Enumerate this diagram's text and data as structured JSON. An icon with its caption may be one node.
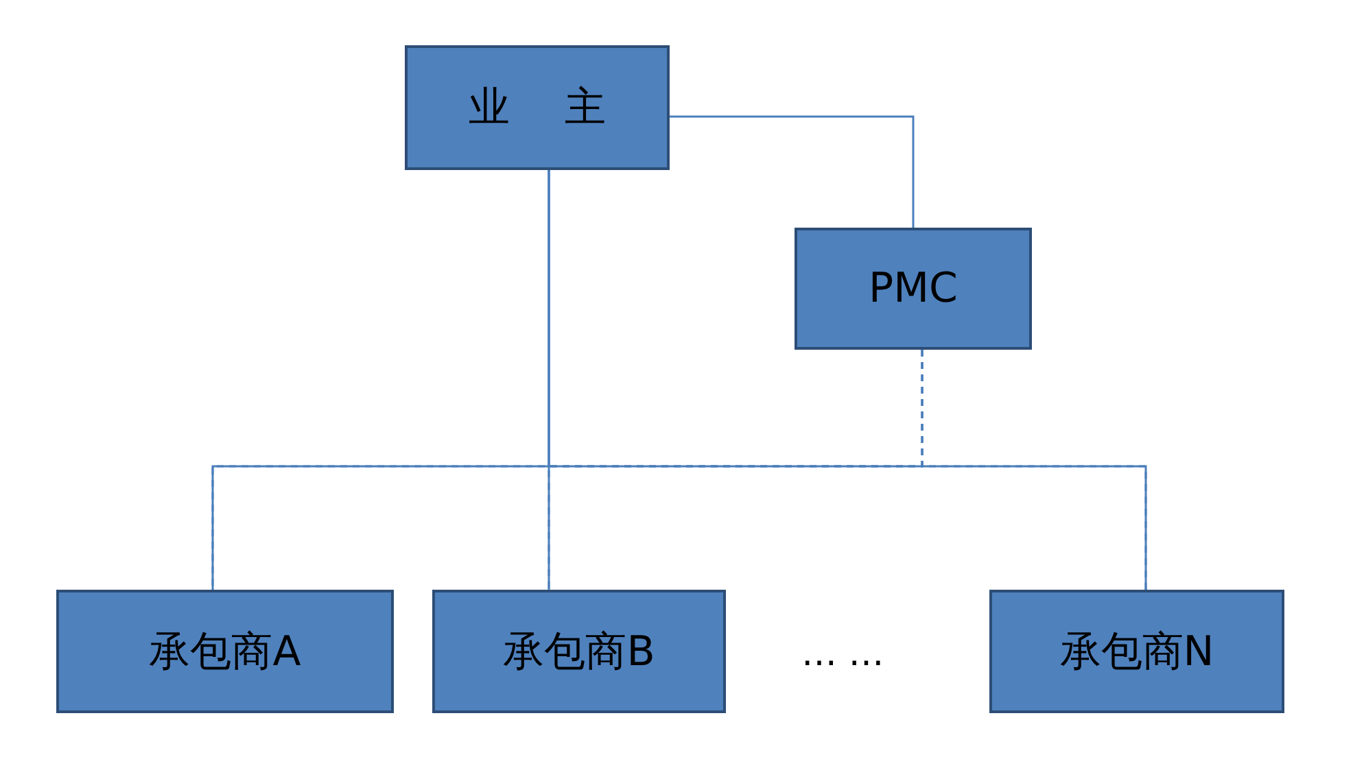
{
  "diagram": {
    "nodes": [
      {
        "text": [
          "业 主"
        ]
      },
      {
        "text": [
          "PMC"
        ]
      },
      {
        "text": [
          "承包商A"
        ]
      },
      {
        "text": [
          "承包商B"
        ]
      },
      {
        "text": [
          "承包商N"
        ]
      }
    ],
    "edges": [
      {
        "from": 0,
        "to": 1,
        "arrow": "none"
      },
      {
        "from": 0,
        "to": 2,
        "arrow": "none"
      },
      {
        "from": 0,
        "to": 3,
        "arrow": "none"
      },
      {
        "from": 0,
        "to": 4,
        "arrow": "none"
      },
      {
        "from": 1,
        "to": 2,
        "arrow": "none",
        "style": "dashed"
      },
      {
        "from": 1,
        "to": 3,
        "arrow": "none",
        "style": "dashed"
      },
      {
        "from": 1,
        "to": 4,
        "arrow": "none",
        "style": "dashed"
      }
    ],
    "labels": [
      "… …"
    ]
  }
}
